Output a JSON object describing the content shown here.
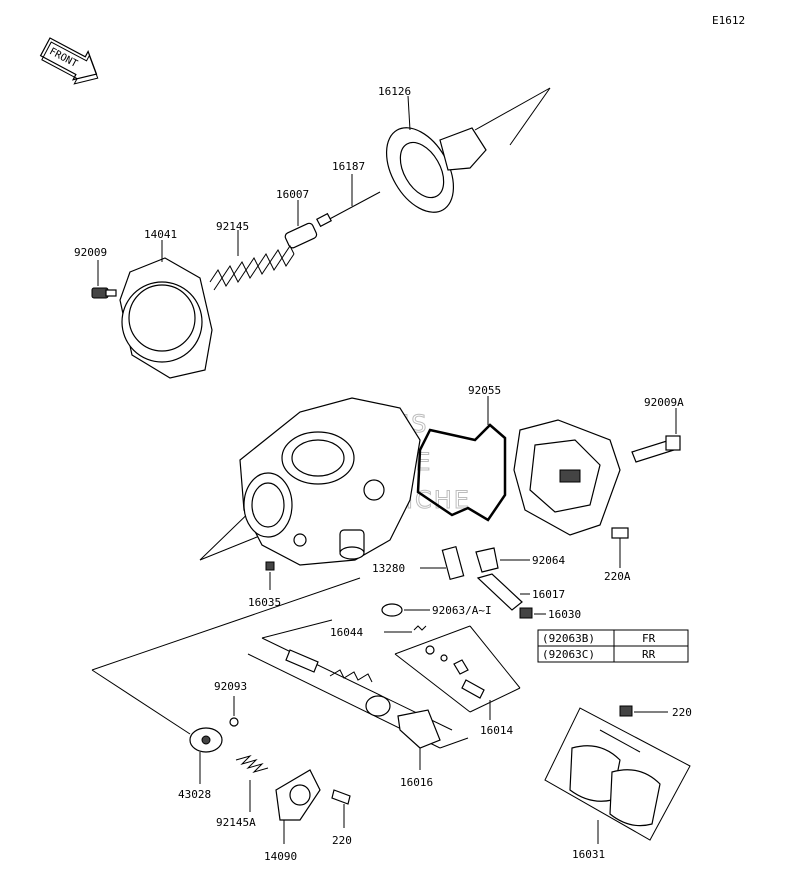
{
  "diagram_code": "E1612",
  "front_label": "FRONT",
  "watermark": [
    "MSM'S",
    "ONLINE",
    "MICROFICHE"
  ],
  "parts": [
    {
      "id": "16126",
      "label": "16126"
    },
    {
      "id": "16187",
      "label": "16187"
    },
    {
      "id": "16007",
      "label": "16007"
    },
    {
      "id": "92145",
      "label": "92145"
    },
    {
      "id": "14041",
      "label": "14041"
    },
    {
      "id": "92009",
      "label": "92009"
    },
    {
      "id": "92055",
      "label": "92055"
    },
    {
      "id": "92009A",
      "label": "92009A"
    },
    {
      "id": "92064",
      "label": "92064"
    },
    {
      "id": "13280",
      "label": "13280"
    },
    {
      "id": "16017",
      "label": "16017"
    },
    {
      "id": "220A",
      "label": "220A"
    },
    {
      "id": "16030",
      "label": "16030"
    },
    {
      "id": "92063",
      "label": "92063/A~I"
    },
    {
      "id": "16035",
      "label": "16035"
    },
    {
      "id": "16044",
      "label": "16044"
    },
    {
      "id": "92093",
      "label": "92093"
    },
    {
      "id": "16014",
      "label": "16014"
    },
    {
      "id": "220-top",
      "label": "220"
    },
    {
      "id": "43028",
      "label": "43028"
    },
    {
      "id": "92145A",
      "label": "92145A"
    },
    {
      "id": "16016",
      "label": "16016"
    },
    {
      "id": "220-bottom",
      "label": "220"
    },
    {
      "id": "16031",
      "label": "16031"
    },
    {
      "id": "14090",
      "label": "14090"
    }
  ],
  "variant_table": [
    {
      "code": "(92063B)",
      "position": "FR"
    },
    {
      "code": "(92063C)",
      "position": "RR"
    }
  ]
}
